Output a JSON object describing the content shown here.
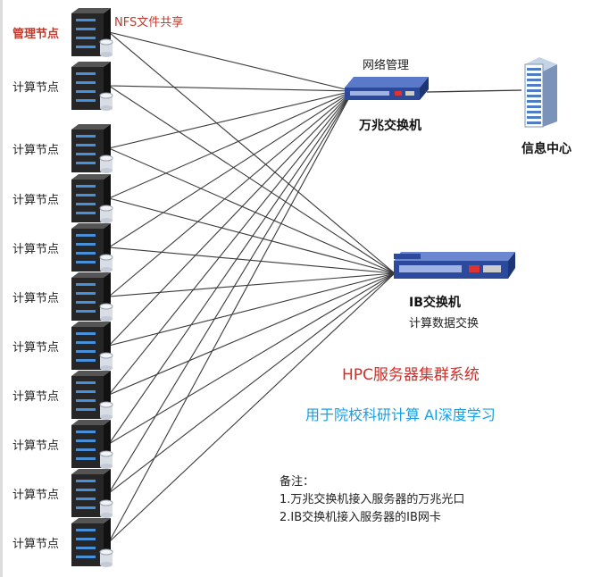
{
  "nodes": [
    {
      "label": "管理节点",
      "role": "management"
    },
    {
      "label": "计算节点",
      "role": "compute"
    },
    {
      "label": "计算节点",
      "role": "compute"
    },
    {
      "label": "计算节点",
      "role": "compute"
    },
    {
      "label": "计算节点",
      "role": "compute"
    },
    {
      "label": "计算节点",
      "role": "compute"
    },
    {
      "label": "计算节点",
      "role": "compute"
    },
    {
      "label": "计算节点",
      "role": "compute"
    },
    {
      "label": "计算节点",
      "role": "compute"
    },
    {
      "label": "计算节点",
      "role": "compute"
    },
    {
      "label": "计算节点",
      "role": "compute"
    }
  ],
  "nfs_label": "NFS文件共享",
  "ethernet_switch": {
    "top_label": "网络管理",
    "name": "万兆交换机"
  },
  "ib_switch": {
    "name": "IB交换机",
    "sub_label": "计算数据交换"
  },
  "info_center": {
    "name": "信息中心"
  },
  "title": "HPC服务器集群系统",
  "subtitle": "用于院校科研计算 AI深度学习",
  "notes": {
    "heading": "备注：",
    "items": [
      "1.万兆交换机接入服务器的万兆光口",
      "2.IB交换机接入服务器的IB网卡"
    ]
  },
  "colors": {
    "accent_red": "#d0302a",
    "accent_blue": "#1a9ee0",
    "switch_blue": "#2b4a9c",
    "server_dark": "#2a2a2a"
  }
}
